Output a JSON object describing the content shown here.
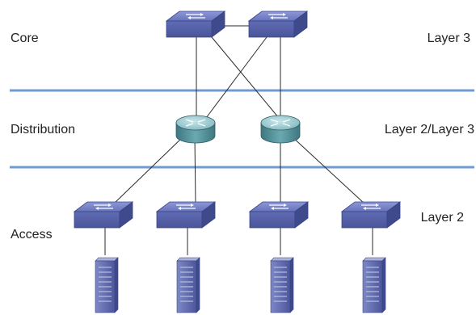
{
  "tiers": {
    "core": {
      "name": "Core",
      "layer": "Layer 3"
    },
    "distribution": {
      "name": "Distribution",
      "layer": "Layer 2/Layer 3"
    },
    "access": {
      "name": "Access",
      "layer": "Layer 2"
    }
  },
  "colors": {
    "divider": "#6f9bd4",
    "switch_top": "#7a86c8",
    "switch_front": "#5a66ae",
    "switch_side": "#3f4a8c",
    "router_body": "#4f8c95",
    "router_top": "#8fc3c9",
    "server_body": "#5e6aa8",
    "server_light": "#c9cfe8"
  },
  "icons": {
    "core_switches": [
      "switch-icon",
      "switch-icon"
    ],
    "distribution_routers": [
      "router-icon",
      "router-icon"
    ],
    "access_switches": [
      "switch-icon",
      "switch-icon",
      "switch-icon",
      "switch-icon"
    ],
    "servers": [
      "server-icon",
      "server-icon",
      "server-icon",
      "server-icon"
    ]
  }
}
